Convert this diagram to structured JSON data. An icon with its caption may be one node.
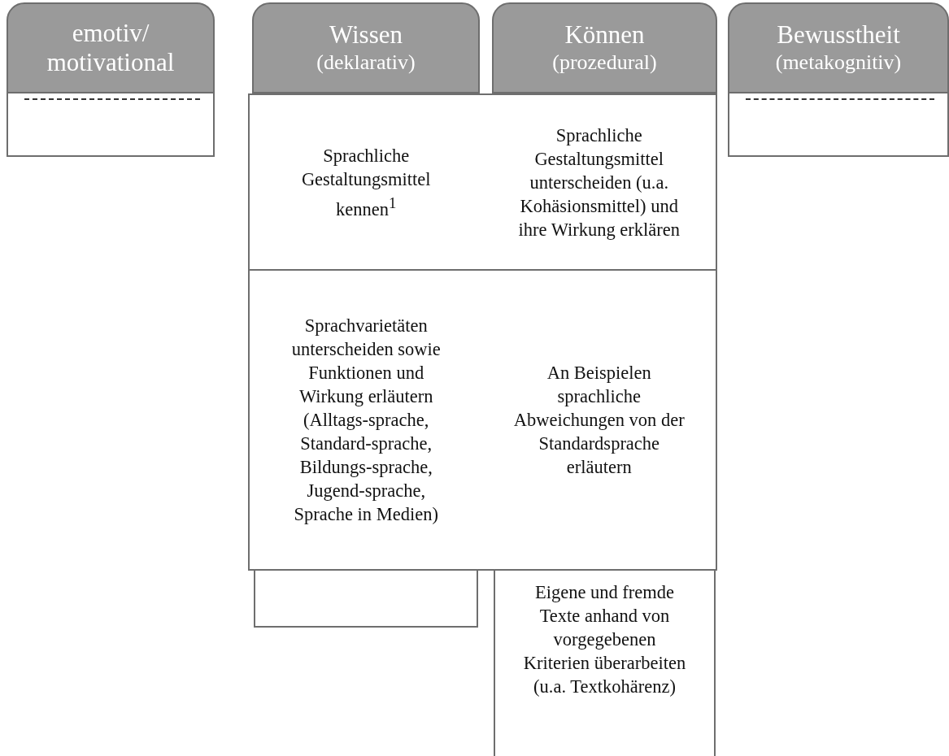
{
  "diagram": {
    "nodes": [
      {
        "text": [
          "emotiv/ motivational"
        ]
      },
      {
        "text": [
          "Wissen",
          "(deklarativ)"
        ]
      },
      {
        "text": [
          "Können",
          "(prozedural)"
        ]
      },
      {
        "text": [
          "Bewusstheit",
          "(metakognitiv)"
        ]
      },
      {
        "text": [],
        "shape": "box"
      },
      {
        "text": [],
        "shape": "box"
      },
      {
        "text": [
          "Eigene und fremde Texte anhand von vorgegebenen Kriterien überarbeiten (u.a. Textkohärenz)"
        ]
      },
      {
        "text": [],
        "shape": "box"
      },
      {
        "text": [
          "Sprachliche Gestaltungsmittel kennen$^{1}$",
          "Sprachliche Gestaltungsmittel unterscheiden (u.a. Kohäsionsmittel) und ihre Wirkung erklären"
        ]
      },
      {
        "text": [
          "Sprachvarietäten unterscheiden sowie Funktionen und Wirkung erläutern (Alltags-sprache, Standard-sprache, Bildungs-sprache, Jugend-sprache, Sprache in Medien)",
          "An Beispielen sprachliche Abweichungen von der Standardsprache erläutern"
        ]
      }
    ],
    "edges": []
  }
}
